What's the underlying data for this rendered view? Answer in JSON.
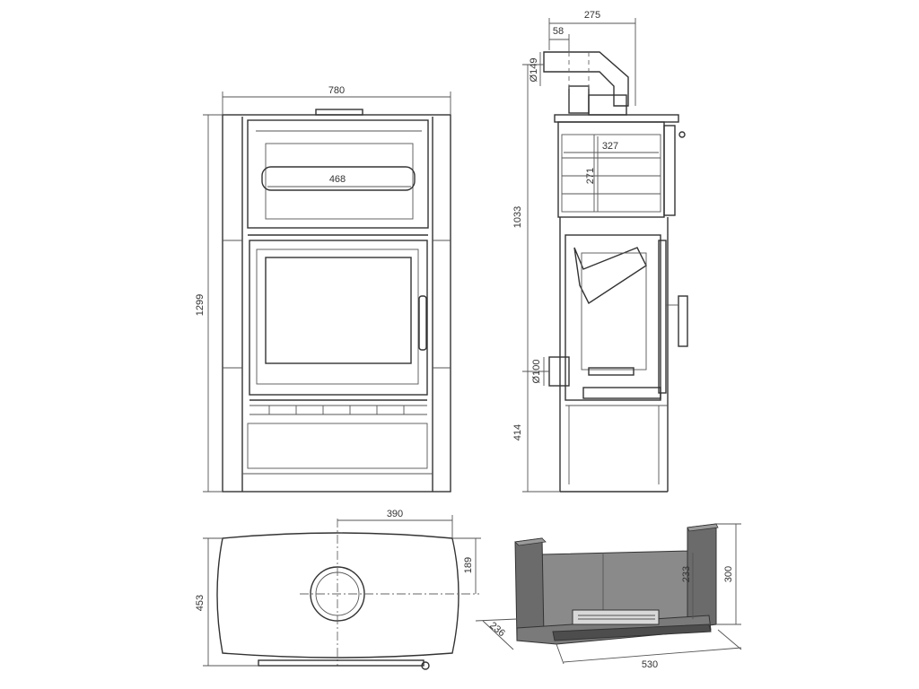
{
  "dimensions": {
    "front_width": "780",
    "front_height": "1299",
    "window_width": "468",
    "flue_offset_depth": "275",
    "flue_offset_small": "58",
    "flue_diameter_top": "Ø149",
    "oven_width": "327",
    "oven_height": "271",
    "side_height": "1033",
    "air_inlet_diameter": "Ø100",
    "base_height": "414",
    "top_center_offset": "390",
    "top_depth": "453",
    "top_center_depth": "189",
    "liner_height_outer": "300",
    "liner_height_inner": "233",
    "liner_width": "530",
    "liner_depth": "236"
  },
  "colors": {
    "line": "#333333",
    "liner_fill": "#6b6b6b",
    "liner_light": "#8a8a8a",
    "handle_fill": "#ffffff"
  }
}
